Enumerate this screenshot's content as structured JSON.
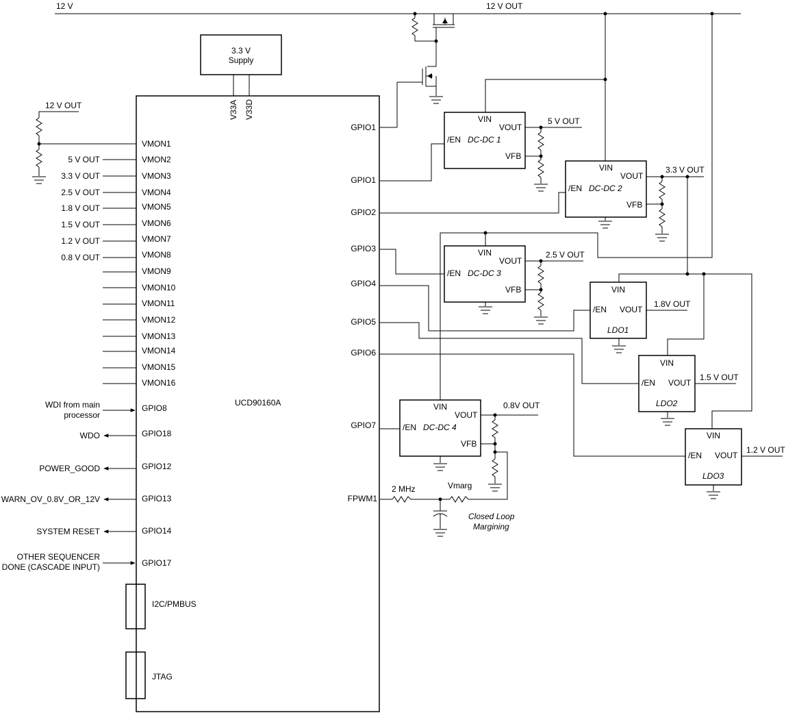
{
  "rails": {
    "input_12v": "12 V",
    "out_12v": "12 V OUT",
    "out_12v_left": "12 V OUT"
  },
  "supply": {
    "line1": "3.3 V",
    "line2": "Supply",
    "pin_v33a": "V33A",
    "pin_v33d": "V33D"
  },
  "controller": {
    "name": "UCD90160A"
  },
  "vmon_pins": [
    "VMON1",
    "VMON2",
    "VMON3",
    "VMON4",
    "VMON5",
    "VMON6",
    "VMON7",
    "VMON8",
    "VMON9",
    "VMON10",
    "VMON11",
    "VMON12",
    "VMON13",
    "VMON14",
    "VMON15",
    "VMON16"
  ],
  "vmon_inputs": [
    "5 V OUT",
    "3.3 V OUT",
    "2.5 V OUT",
    "1.8 V OUT",
    "1.5 V OUT",
    "1.2 V OUT",
    "0.8 V OUT"
  ],
  "left_gpio_pins": [
    "GPIO8",
    "GPIO18",
    "GPIO12",
    "GPIO13",
    "GPIO14",
    "GPIO17"
  ],
  "left_gpio_signals": {
    "gpio8_line1": "WDI from main",
    "gpio8_line2": "processor",
    "gpio18": "WDO",
    "gpio12": "POWER_GOOD",
    "gpio13": "WARN_OV_0.8V_OR_12V",
    "gpio14": "SYSTEM RESET",
    "gpio17_line1": "OTHER SEQUENCER",
    "gpio17_line2": "DONE (CASCADE INPUT)"
  },
  "interfaces": {
    "i2c": "I2C/PMBUS",
    "jtag": "JTAG"
  },
  "right_pins": [
    "GPIO1",
    "GPIO1",
    "GPIO2",
    "GPIO3",
    "GPIO4",
    "GPIO5",
    "GPIO6",
    "GPIO7",
    "FPWM1"
  ],
  "pin_labels": {
    "vin": "VIN",
    "vout": "VOUT",
    "vfb": "VFB",
    "en": "/EN"
  },
  "regulators": {
    "dcdc1": {
      "name": "DC-DC 1",
      "output": "5 V OUT"
    },
    "dcdc2": {
      "name": "DC-DC 2",
      "output": "3.3 V OUT"
    },
    "dcdc3": {
      "name": "DC-DC 3",
      "output": "2.5 V OUT"
    },
    "dcdc4": {
      "name": "DC-DC 4",
      "output": "0.8V OUT"
    },
    "ldo1": {
      "name": "LDO1",
      "output": "1.8V OUT"
    },
    "ldo2": {
      "name": "LDO2",
      "output": "1.5 V OUT"
    },
    "ldo3": {
      "name": "LDO3",
      "output": "1.2 V OUT"
    }
  },
  "margining": {
    "freq": "2 MHz",
    "vmarg": "Vmarg",
    "note_line1": "Closed Loop",
    "note_line2": "Margining"
  }
}
